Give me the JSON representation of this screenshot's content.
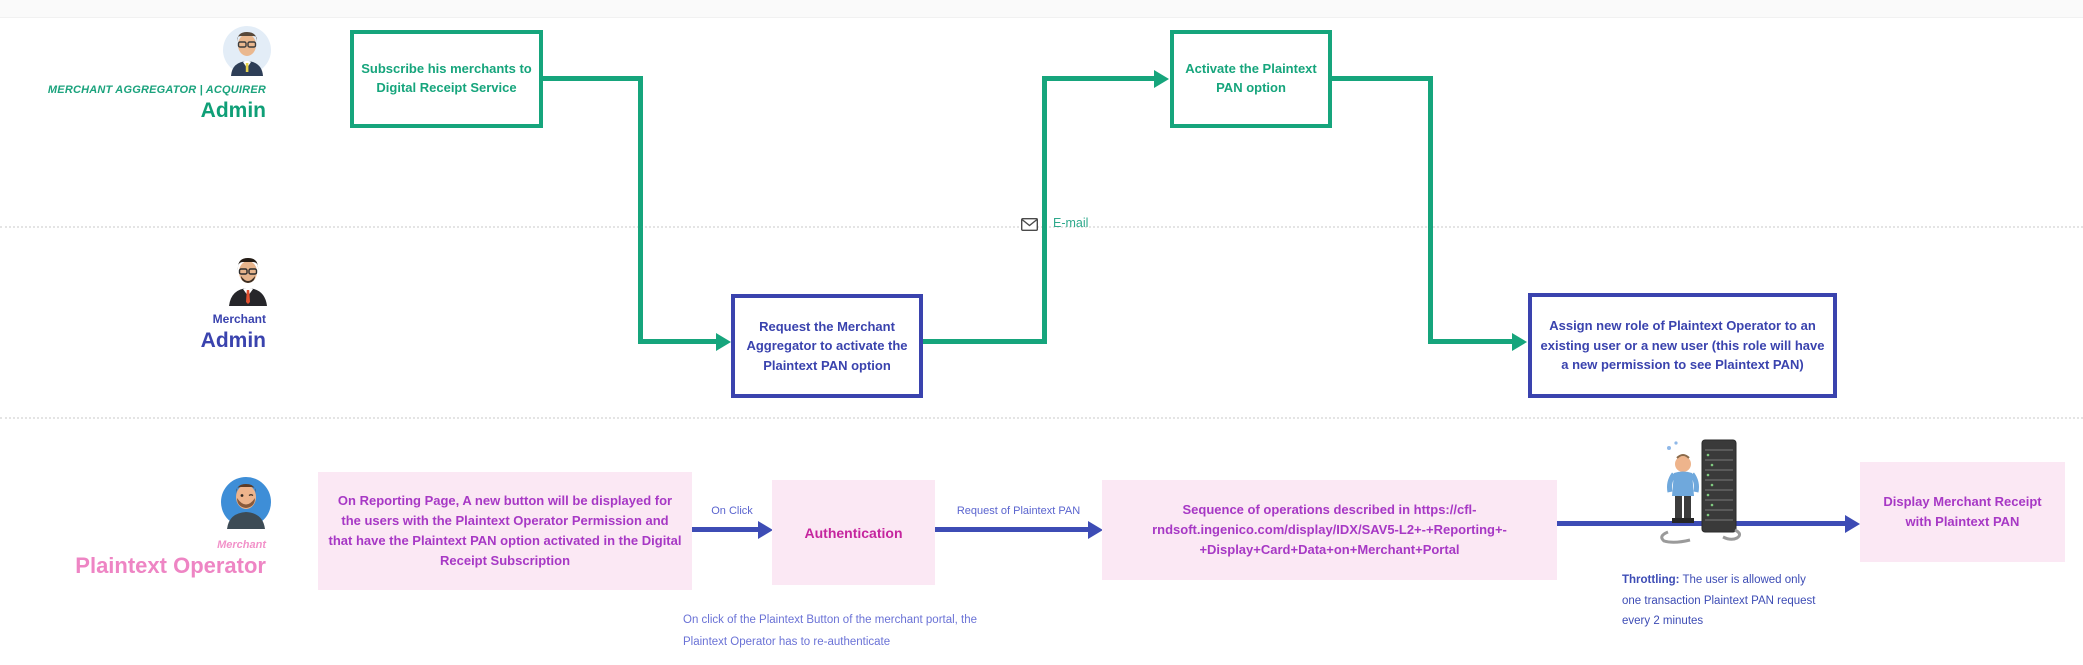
{
  "lanes": {
    "aggregator": {
      "sub": "MERCHANT AGGREGATOR | ACQUIRER",
      "title": "Admin"
    },
    "merchant_admin": {
      "sub": "Merchant",
      "title": "Admin"
    },
    "plaintext_operator": {
      "sub": "Merchant",
      "title": "Plaintext Operator"
    }
  },
  "flow": {
    "subscribe_box": "Subscribe his merchants to Digital Receipt Service",
    "activate_box": "Activate the Plaintext PAN option",
    "request_box": "Request the Merchant Aggregator to activate the Plaintext PAN option",
    "assign_box": "Assign new role of Plaintext Operator to an existing user or a new user (this role will have a new permission to see Plaintext PAN)",
    "reporting_box": "On Reporting Page, A new button will be displayed for the users with the Plaintext Operator Permission and that have the Plaintext PAN option activated in the Digital Receipt Subscription",
    "auth_box": "Authentication",
    "sequence_box": "Sequence of operations described in https://cfl-rndsoft.ingenico.com/display/IDX/SAV5-L2+-+Reporting+-+Display+Card+Data+on+Merchant+Portal",
    "display_box": "Display Merchant Receipt with Plaintext PAN"
  },
  "labels": {
    "email": "E-mail",
    "on_click": "On Click",
    "request_of_pan": "Request of Plaintext PAN",
    "throttling_title": "Throttling:",
    "throttling_body": "The user is allowed only one transaction Plaintext PAN request every 2 minutes",
    "auth_note": "On click of the Plaintext Button of the merchant portal, the Plaintext Operator has to re-authenticate"
  },
  "colors": {
    "green": "#16a57c",
    "indigo_box": "#3a43ae",
    "arrow_blue": "#3d4cb5",
    "pink_bg": "#fbe8f4",
    "purple_text": "#a738c5",
    "magenta_text": "#c5259e",
    "pink_role": "#ee85c4",
    "email_teal": "#2fa98c"
  }
}
